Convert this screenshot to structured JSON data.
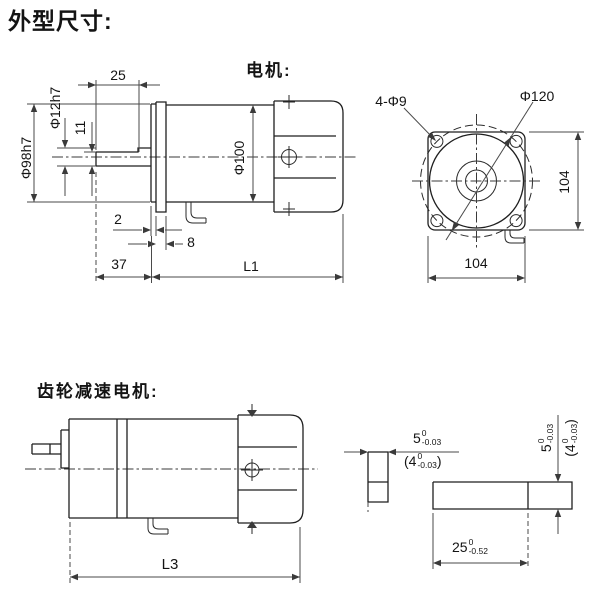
{
  "title": "外型尺寸:",
  "motor": {
    "label": "电机:",
    "side_view": {
      "flat_length": "25",
      "flat_height": "11",
      "shaft_diameter": "Φ12h7",
      "spigot_diameter": "Φ98h7",
      "body_diameter": "Φ100",
      "spigot_depth": "2",
      "flange_thickness": "8",
      "shaft_length": "37",
      "body_length": "L1"
    },
    "front_view": {
      "mounting_holes": "4-Φ9",
      "bolt_circle_diameter": "Φ120",
      "flange_width": "104",
      "flange_height": "104"
    }
  },
  "gear_motor": {
    "label": "齿轮减速电机:",
    "side_view": {
      "total_length": "L3"
    },
    "key_detail": {
      "width": {
        "value": "5",
        "upper": "0",
        "lower": "-0.03"
      },
      "width_alt": {
        "open": "(",
        "value": "4",
        "upper": "0",
        "lower": "-0.03",
        "close": ")"
      },
      "height": {
        "value": "5",
        "upper": "0",
        "lower": "-0.03"
      },
      "height_alt": {
        "open": "(",
        "value": "4",
        "upper": "0",
        "lower": "-0.03",
        "close": ")"
      },
      "keyway_length": {
        "value": "25",
        "upper": "0",
        "lower": "-0.52"
      }
    }
  }
}
